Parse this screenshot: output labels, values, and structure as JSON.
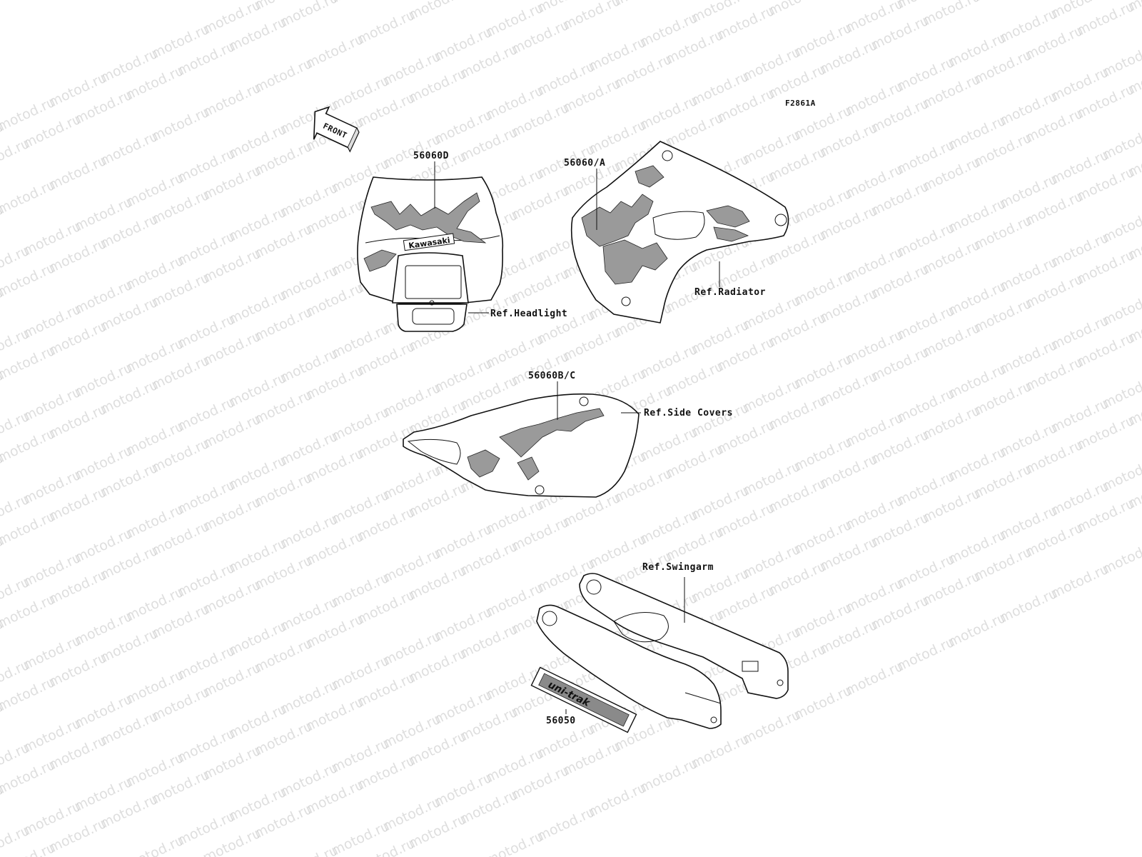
{
  "figure_code": "F2861A",
  "direction_label": "FRONT",
  "watermark_text": "motod.ru",
  "decal_text": {
    "headlight_brand": "Kawasaki",
    "swingarm_decal": "uni-trak"
  },
  "callouts": {
    "headlight_decal": "56060D",
    "radiator_decal": "56060/A",
    "side_cover_decal": "56060B/C",
    "swingarm_decal": "56050"
  },
  "references": {
    "headlight": "Ref.Headlight",
    "radiator": "Ref.Radiator",
    "side_covers": "Ref.Side Covers",
    "swingarm": "Ref.Swingarm"
  }
}
